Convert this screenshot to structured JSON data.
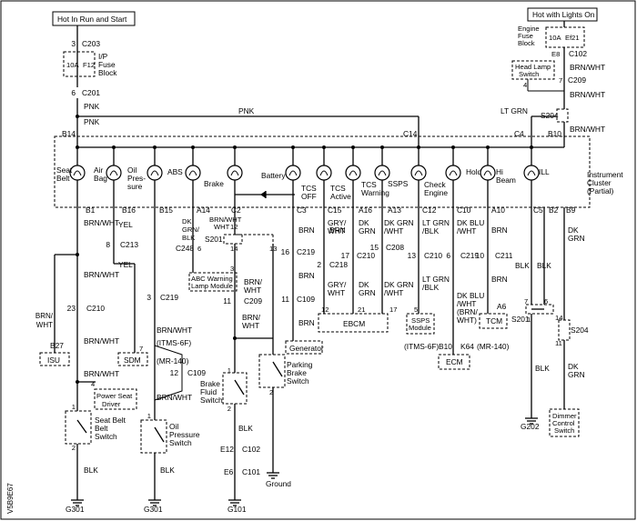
{
  "headers": {
    "hot_run_start": "Hot In Run and Start",
    "hot_lights_on": "Hot with Lights On"
  },
  "fuses": {
    "ip_amp": "10A",
    "ip_id": "F12",
    "ip_name1": "I/P",
    "ip_name2": "Fuse",
    "ip_name3": "Block",
    "eng_name1": "Engine",
    "eng_name2": "Fuse",
    "eng_name3": "Block",
    "eng_amp": "10A",
    "eng_id": "Ef21"
  },
  "connectors": {
    "c203": "C203",
    "c201": "C201",
    "c102": "C102",
    "c209": "C209",
    "s204a": "S204",
    "b14": "B14",
    "c14": "C14",
    "c4": "C4",
    "b10": "B10",
    "b1": "B1",
    "b16": "B16",
    "b15": "B15",
    "a14": "A14",
    "c2": "C2",
    "c3": "C3",
    "c15": "C15",
    "a16": "A16",
    "a13": "A13",
    "c12": "C12",
    "c10": "C10",
    "a10": "A10",
    "c5": "C5",
    "b2": "B2",
    "b9": "B9",
    "c213": "C213",
    "c248": "C248",
    "s201a": "S201",
    "c219a": "C219",
    "c208": "C208",
    "c218": "C218",
    "c210a": "C210",
    "c210b": "C210",
    "c219b": "C219",
    "c211": "C211",
    "c219c": "C219",
    "c109a": "C109",
    "c209b": "C209",
    "c109b": "C109",
    "c210c": "C210",
    "c219d": "C219",
    "s201b": "S201",
    "s204b": "S204",
    "b27": "B27",
    "e12": "E12",
    "c102b": "C102",
    "e6": "E6",
    "c101": "C101",
    "b10b": "B10",
    "k64": "K64",
    "a6": "A6"
  },
  "pins": {
    "p3": "3",
    "p6": "6",
    "p8": "8",
    "p4": "4",
    "p7": "7",
    "p2": "2",
    "p23": "23",
    "p12a": "12",
    "p12b": "12",
    "p14": "14",
    "p13": "13",
    "p16": "16",
    "p17": "17",
    "p15": "15",
    "p11a": "11",
    "p11b": "11",
    "p10a": "10",
    "p10b": "10",
    "p5": "5",
    "p6b": "6",
    "p21": "21",
    "p17b": "17",
    "p1": "1",
    "p2b": "2",
    "p14b": "14",
    "p11c": "11",
    "p7b": "7",
    "p6c": "6",
    "p3c": "3",
    "p1b": "1",
    "p1c": "1",
    "p1d": "1",
    "p2c": "2",
    "p2d": "2",
    "p2e": "2",
    "p4b": "4",
    "p4c": "4",
    "p3b": "3",
    "p12c": "12"
  },
  "wires": {
    "pnk1": "PNK",
    "pnk2": "PNK",
    "pnk3": "PNK",
    "brn_wht": "BRN/WHT",
    "lt_grn": "LT GRN",
    "yel": "YEL",
    "brn": "BRN",
    "gry_wht": "GRY/ WHT",
    "dk_grn": "DK GRN",
    "dk_grn_wht": "DK GRN /WHT",
    "lt_grn_blk": "LT GRN /BLK",
    "dk_blu_wht": "DK BLU /WHT",
    "dk_blu_wht2": "DK BLU /WHT (BRN/ WHT)",
    "blk": "BLK",
    "dk_grn_blk": "DK GRN/ BLK",
    "itms": "(ITMS-6F)",
    "mr140": "(MR-140)"
  },
  "indicators": {
    "seat_belt": "Seat Belt",
    "air_bag": "Air Bag",
    "oil_pressure": "Oil Pres- sure",
    "abs": "ABS",
    "brake": "Brake",
    "battery": "Battery",
    "tcs_off": "TCS OFF",
    "tcs_active": "TCS Active",
    "tcs_warning": "TCS Warning",
    "ssps": "SSPS",
    "check_engine": "Check Engine",
    "hold": "Hold",
    "hi_beam": "Hi Beam",
    "ill": "ILL"
  },
  "cluster": {
    "l1": "Instrument",
    "l2": "Cluster",
    "l3": "(Partial)"
  },
  "components": {
    "head_lamp_switch": "Head Lamp Switch",
    "abc_warning": "ABC Warning Lamp Module",
    "generator": "Generator",
    "ebcm": "EBCM",
    "ssps_module": "SSPS Module",
    "tcm": "TCM",
    "ecm": "ECM",
    "isu": "ISU",
    "sdm": "SDM",
    "power_seat_driver": "Power Seat Driver",
    "seat_belt_switch": "Seat Belt Switch",
    "oil_pressure_switch": "Oil Pressure Switch",
    "brake_fluid_switch": "Brake Fluid Switch",
    "parking_brake_switch": "Parking Brake Switch",
    "dimmer_control_switch": "Dimmer Control Switch",
    "itms_ecm": "(ITMS-6F)",
    "mr140_ecm": "(MR-140)"
  },
  "grounds": {
    "g301a": "G301",
    "g301b": "G301",
    "g101": "G101",
    "g202": "G202",
    "ground": "Ground"
  },
  "figure_id": "V5B9E67"
}
